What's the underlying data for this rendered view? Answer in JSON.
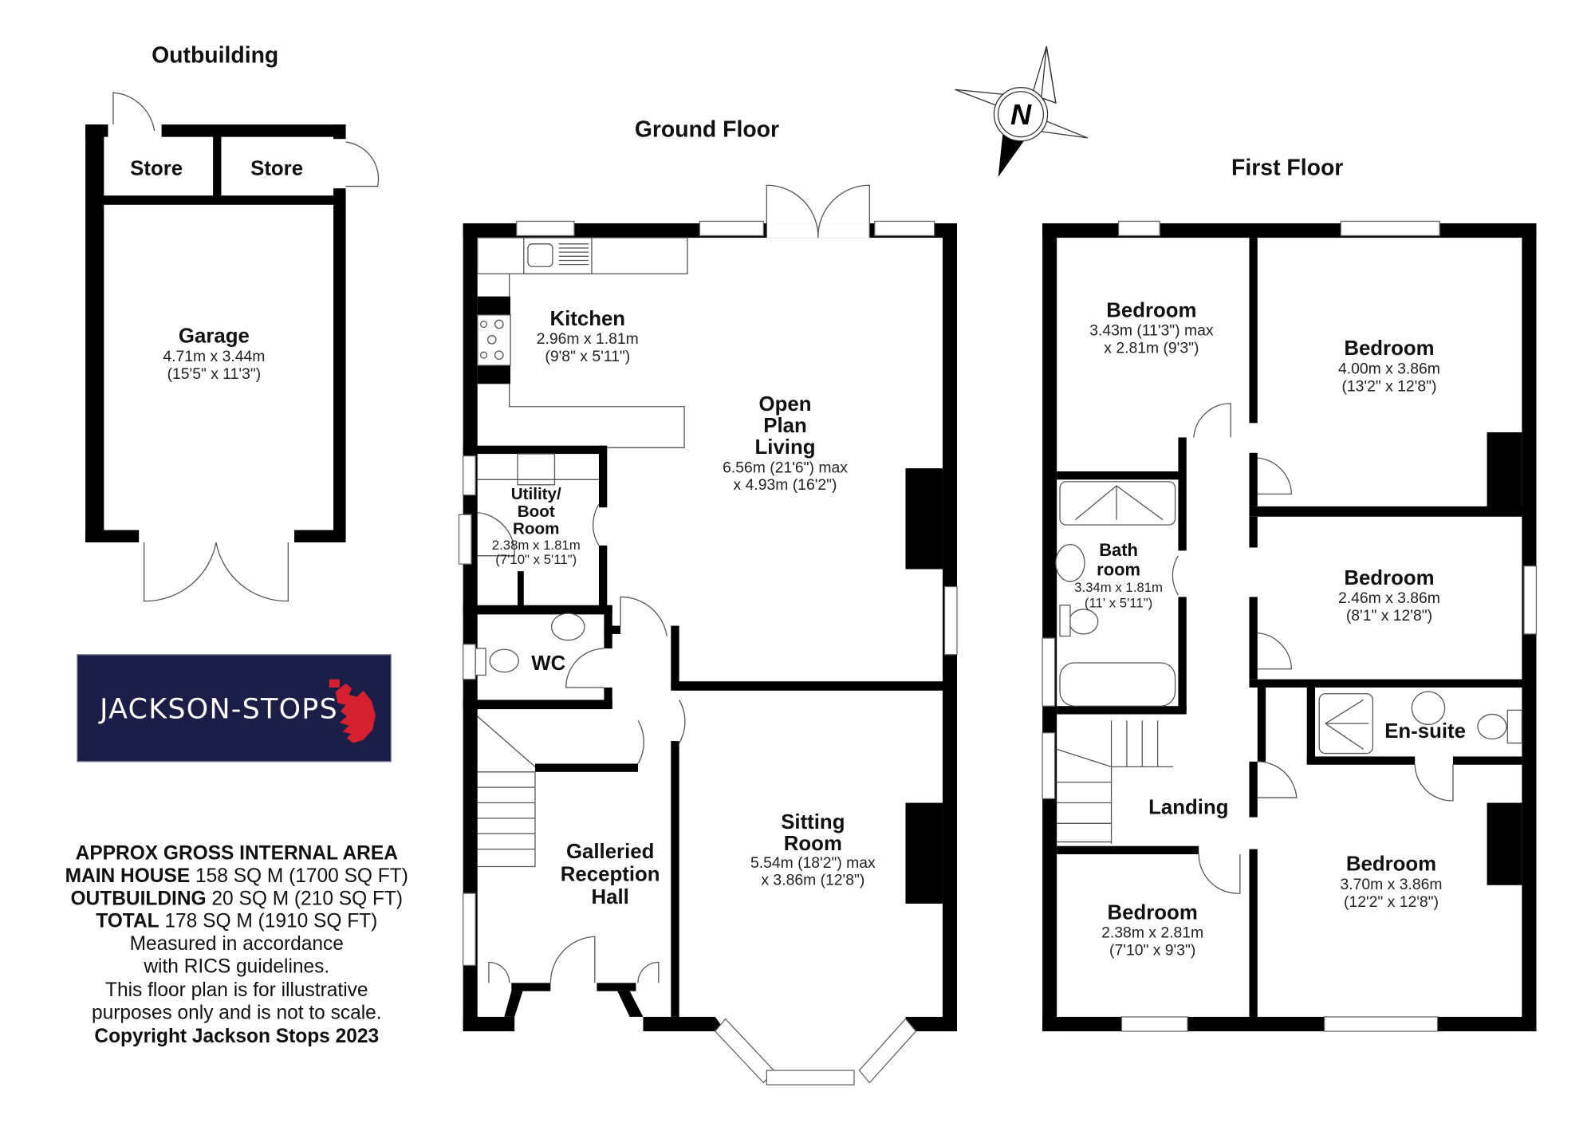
{
  "outbuilding": {
    "title": "Outbuilding",
    "rooms": [
      {
        "name": "Store"
      },
      {
        "name": "Store"
      },
      {
        "name": "Garage",
        "dim_m": "4.71m x 3.44m",
        "dim_ft": "(15'5\" x 11'3\")"
      }
    ]
  },
  "ground_floor": {
    "title": "Ground Floor",
    "rooms": [
      {
        "name": "Kitchen",
        "dim_m": "2.96m x 1.81m",
        "dim_ft": "(9'8\" x 5'11\")"
      },
      {
        "name_lines": [
          "Open",
          "Plan",
          "Living"
        ],
        "dim_1": "6.56m (21'6\") max",
        "dim_2": "x 4.93m (16'2\")"
      },
      {
        "name_lines": [
          "Utility/",
          "Boot",
          "Room"
        ],
        "dim_m": "2.38m x 1.81m",
        "dim_ft": "(7'10\" x 5'11\")"
      },
      {
        "name": "WC"
      },
      {
        "name_lines": [
          "Galleried",
          "Reception",
          "Hall"
        ]
      },
      {
        "name_lines": [
          "Sitting",
          "Room"
        ],
        "dim_1": "5.54m (18'2\") max",
        "dim_2": "x 3.86m (12'8\")"
      }
    ]
  },
  "first_floor": {
    "title": "First Floor",
    "rooms": [
      {
        "name": "Bedroom",
        "dim_1": "3.43m (11'3\") max",
        "dim_2": "x 2.81m (9'3\")"
      },
      {
        "name": "Bedroom",
        "dim_m": "4.00m x 3.86m",
        "dim_ft": "(13'2\" x 12'8\")"
      },
      {
        "name_lines": [
          "Bath",
          "room"
        ],
        "dim_m": "3.34m x 1.81m",
        "dim_ft": "(11' x 5'11\")"
      },
      {
        "name": "Bedroom",
        "dim_m": "2.46m x 3.86m",
        "dim_ft": "(8'1\" x 12'8\")"
      },
      {
        "name": "En-suite"
      },
      {
        "name": "Landing"
      },
      {
        "name": "Bedroom",
        "dim_m": "3.70m x 3.86m",
        "dim_ft": "(12'2\" x 12'8\")"
      },
      {
        "name": "Bedroom",
        "dim_m": "2.38m x 2.81m",
        "dim_ft": "(7'10\" x 9'3\")"
      }
    ]
  },
  "compass": {
    "label": "N",
    "icon": "north-compass-icon"
  },
  "logo": {
    "text": "JACKSON-STOPS",
    "bg_color": "#1b1e47",
    "accent_color": "#d4202f",
    "icon": "lion-crest-icon"
  },
  "area_info": {
    "heading": "APPROX GROSS INTERNAL AREA",
    "lines": [
      {
        "label": "MAIN HOUSE",
        "value": "158 SQ M (1700 SQ FT)"
      },
      {
        "label": "OUTBUILDING",
        "value": "20 SQ M (210 SQ FT)"
      },
      {
        "label": "TOTAL",
        "value": "178 SQ M (1910 SQ FT)"
      }
    ],
    "notes": [
      "Measured in accordance",
      "with RICS guidelines.",
      "This floor plan is for illustrative",
      "purposes only and is not to scale."
    ],
    "copyright": "Copyright Jackson Stops 2023"
  }
}
